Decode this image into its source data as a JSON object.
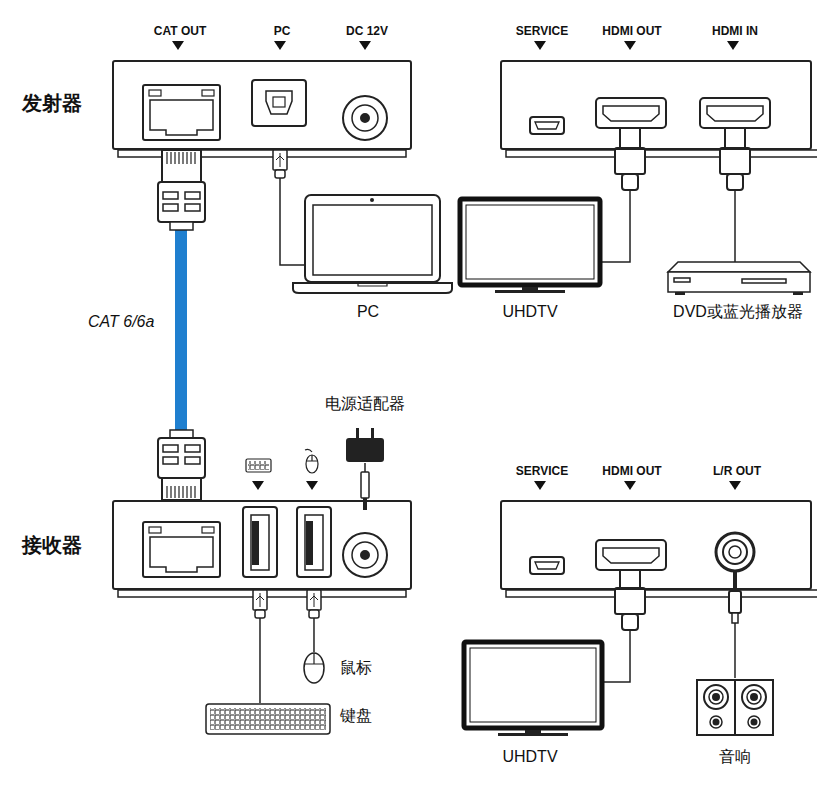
{
  "diagram": {
    "nodes": [
      {
        "text": [
          "发射器",
          "CAT OUT",
          "PC",
          "DC 12V"
        ]
      },
      {
        "text": [
          "SERVICE",
          "HDMI OUT",
          "HDMI IN"
        ]
      },
      {
        "text": [
          "PC"
        ]
      },
      {
        "text": [
          "UHDTV"
        ]
      },
      {
        "text": [
          "DVD或蓝光播放器"
        ]
      },
      {
        "text": [
          "接收器"
        ]
      },
      {
        "text": [
          "电源适配器"
        ]
      },
      {
        "text": [
          "鼠标"
        ]
      },
      {
        "text": [
          "键盘"
        ]
      },
      {
        "text": [
          "SERVICE",
          "HDMI OUT",
          "L/R OUT"
        ]
      },
      {
        "text": [
          "UHDTV"
        ]
      },
      {
        "text": [
          "音响"
        ]
      }
    ],
    "edges": [
      {
        "from": 0,
        "to": 5,
        "arrow": "none",
        "label": "CAT 6/6a"
      },
      {
        "from": 0,
        "to": 2,
        "arrow": "none"
      },
      {
        "from": 1,
        "to": 3,
        "arrow": "none"
      },
      {
        "from": 1,
        "to": 4,
        "arrow": "none"
      },
      {
        "from": 5,
        "to": 6,
        "arrow": "none"
      },
      {
        "from": 5,
        "to": 7,
        "arrow": "none"
      },
      {
        "from": 5,
        "to": 8,
        "arrow": "none"
      },
      {
        "from": 9,
        "to": 10,
        "arrow": "none"
      },
      {
        "from": 9,
        "to": 11,
        "arrow": "none"
      }
    ]
  }
}
